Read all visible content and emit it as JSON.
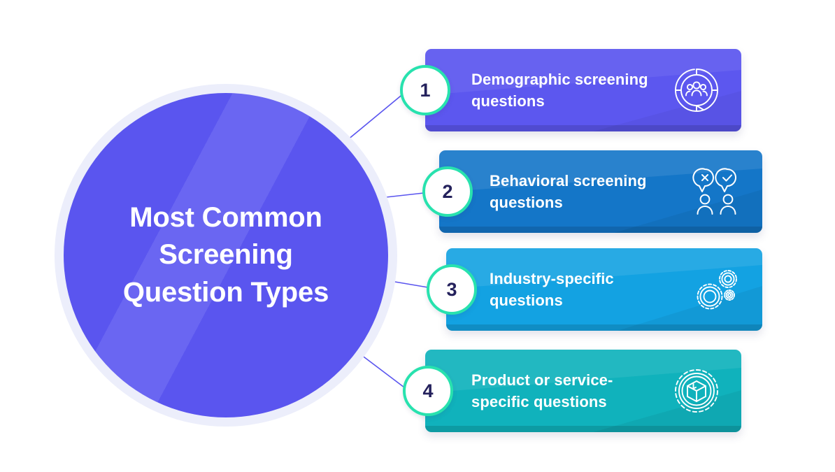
{
  "hub": {
    "title": "Most Common\nScreening\nQuestion Types",
    "circle_color": "#5a55ef",
    "halo_color": "#eceefb",
    "title_color": "#ffffff"
  },
  "badges": {
    "border_color": "#28e2ae",
    "number_color": "#24215c"
  },
  "items": [
    {
      "number": "1",
      "label": "Demographic screening\nquestions",
      "color": "#5c57ef",
      "icon": "people-donut-chart-icon"
    },
    {
      "number": "2",
      "label": "Behavioral screening\nquestions",
      "color": "#1476c8",
      "icon": "two-people-pin-check-cross-icon"
    },
    {
      "number": "3",
      "label": "Industry-specific\nquestions",
      "color": "#13a2e2",
      "icon": "three-gears-icon"
    },
    {
      "number": "4",
      "label": "Product or service-\nspecific questions",
      "color": "#10b2bc",
      "icon": "gear-with-box-icon"
    }
  ],
  "connectors": {
    "line_color": "#5a55ef",
    "count": 4
  }
}
